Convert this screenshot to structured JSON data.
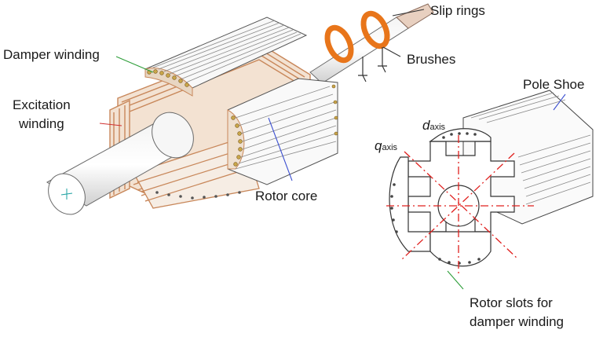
{
  "labels": {
    "slip_rings": "Slip rings",
    "brushes": "Brushes",
    "damper_winding": "Damper winding",
    "excitation_winding_1": "Excitation",
    "excitation_winding_2": "winding",
    "rotor_core": "Rotor core",
    "pole_shoe": "Pole Shoe",
    "rotor_slots_1": "Rotor slots for",
    "rotor_slots_2": "damper winding"
  },
  "axes": {
    "d_main": "d",
    "d_sub": "axis",
    "q_main": "q",
    "q_sub": "axis"
  },
  "colors": {
    "copper_winding": "#c8875a",
    "slip_ring": "#e8751a",
    "axis_lines": "#e0201e",
    "leader_green": "#2e9e3a",
    "leader_blue": "#3b4fd0",
    "leader_red": "#d03030",
    "leader_teal": "#1aa0a0",
    "shaft_edge": "#6a6a6a"
  }
}
